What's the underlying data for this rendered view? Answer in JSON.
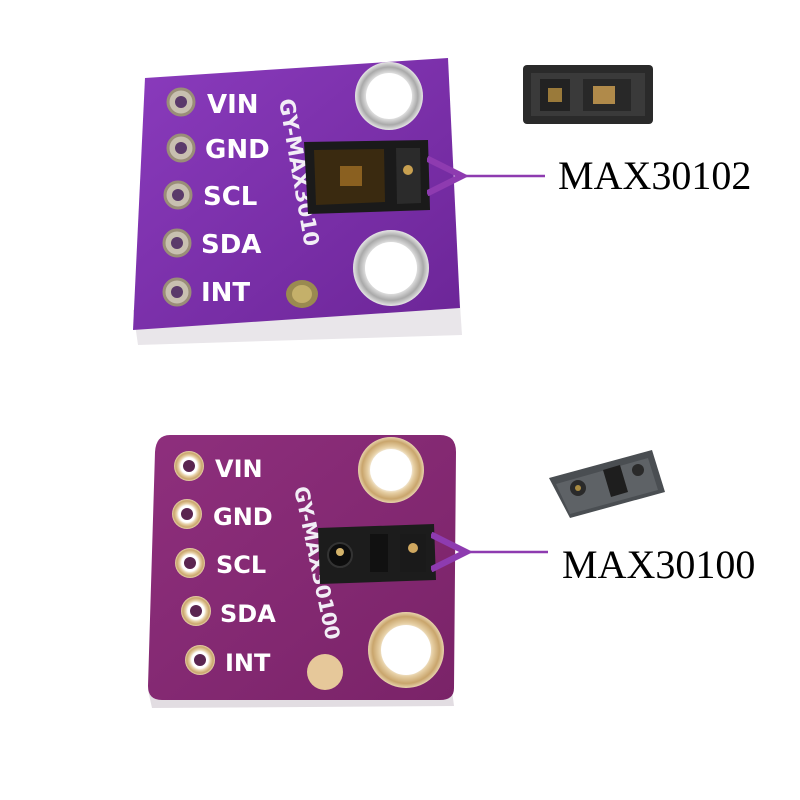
{
  "colors": {
    "pcb_purple_top": "#7a2fa6",
    "pcb_purple_bottom": "#8d2a78",
    "arrow_purple": "#8e3bb0",
    "pad_gold": "#d7b98a"
  },
  "top_board": {
    "board_label": "GY-MAX3010",
    "pins": [
      "VIN",
      "GND",
      "SCL",
      "SDA",
      "INT"
    ],
    "callout": "MAX30102"
  },
  "bottom_board": {
    "board_label": "GY-MAX30100",
    "pins": [
      "VIN",
      "GND",
      "SCL",
      "SDA",
      "INT"
    ],
    "callout": "MAX30100"
  }
}
